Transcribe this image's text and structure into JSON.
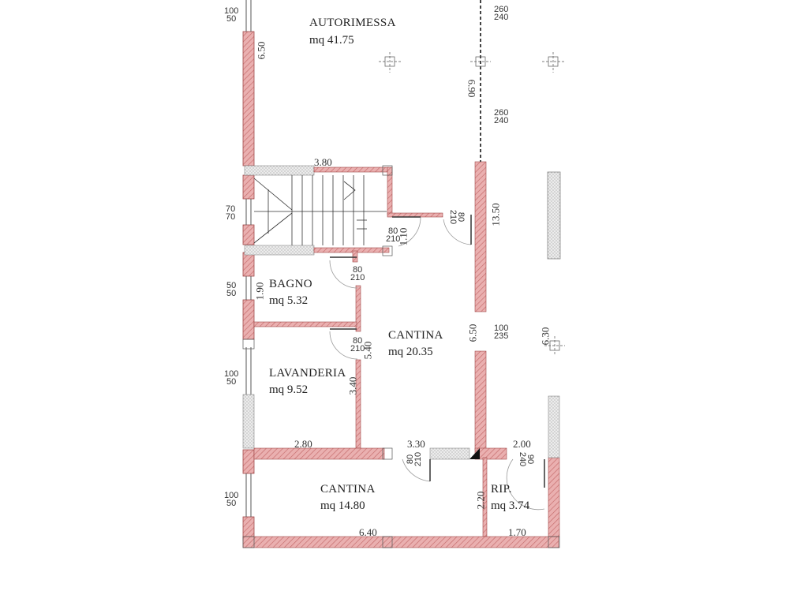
{
  "colors": {
    "wall_fill": "#e8a6a6",
    "wall_stroke": "#b04040",
    "hatch": "#c06060",
    "partition_fill": "#e0e0e0",
    "line": "#333333"
  },
  "rooms": [
    {
      "name": "AUTORIMESSA",
      "area": "mq 41.75"
    },
    {
      "name": "BAGNO",
      "area": "mq 5.32"
    },
    {
      "name": "CANTINA",
      "area": "mq 20.35"
    },
    {
      "name": "LAVANDERIA",
      "area": "mq 9.52"
    },
    {
      "name": "CANTINA",
      "area": "mq 14.80"
    },
    {
      "name": "RIP.",
      "area": "mq 3.74"
    }
  ],
  "dimensions": {
    "garage_left_wall": "6.50",
    "garage_right": "6.90",
    "stair_width": "3.80",
    "stair_side": "1.10",
    "right_wall": "13.50",
    "bagno_side": "1.90",
    "cantina_mid": "5.40",
    "lavanderia_side": "3.40",
    "cantina_right": "6.50",
    "far_right": "6.30",
    "lower_left_span": "2.80",
    "lower_mid_span": "3.30",
    "rip_top": "2.00",
    "rip_side": "2.20",
    "bottom_span": "6.40",
    "bottom_right": "1.70"
  },
  "openings": {
    "win_top_left": {
      "w": "100",
      "h": "50"
    },
    "win_top_right_1": {
      "w": "260",
      "h": "240"
    },
    "win_top_right_2": {
      "w": "260",
      "h": "240"
    },
    "win_stair": {
      "w": "70",
      "h": "70"
    },
    "door_stair": {
      "w": "80",
      "h": "210"
    },
    "door_right": {
      "w": "80",
      "h": "210"
    },
    "door_bagno": {
      "w": "80",
      "h": "210"
    },
    "win_bagno": {
      "w": "50",
      "h": "50"
    },
    "door_lavanderia": {
      "w": "80",
      "h": "210"
    },
    "win_cantina_right": {
      "w": "100",
      "h": "235"
    },
    "win_lavanderia": {
      "w": "100",
      "h": "50"
    },
    "door_cantina_low": {
      "w": "80",
      "h": "210"
    },
    "door_rip": {
      "w": "90",
      "h": "240"
    },
    "win_cantina_low": {
      "w": "100",
      "h": "50"
    }
  }
}
